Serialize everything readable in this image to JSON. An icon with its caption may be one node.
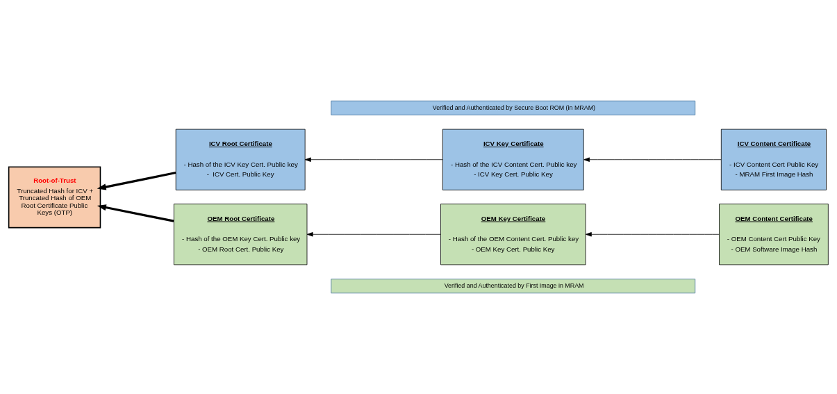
{
  "diagram": {
    "nodes": [
      {
        "text": [
          "Verified and Authenticated by Secure Boot ROM (in MRAM)"
        ]
      },
      {
        "text": [
          "ICV Root Certificate",
          "- Hash of the ICV Key Cert. Public key",
          "-  ICV Cert. Public Key"
        ]
      },
      {
        "text": [
          "ICV Key Certificate",
          "- Hash of the ICV Content Cert. Public key",
          "- ICV Key Cert. Public Key"
        ]
      },
      {
        "text": [
          "ICV Content Certificate",
          "- ICV Content Cert Public Key",
          "- MRAM First Image Hash"
        ]
      },
      {
        "text": [
          "Root-of-Trust",
          "Truncated Hash for ICV + Truncated Hash of OEM Root Certificate Public Keys (OTP)"
        ]
      },
      {
        "text": [
          "OEM Root Certificate",
          "- Hash of the OEM Key Cert. Public key",
          "- OEM Root Cert. Public Key"
        ]
      },
      {
        "text": [
          "OEM Key Certificate",
          "- Hash of the OEM Content Cert. Public key",
          "- OEM Key Cert. Public Key"
        ]
      },
      {
        "text": [
          "OEM Content Certificate",
          "- OEM Content Cert Public Key",
          "- OEM Software Image Hash"
        ]
      },
      {
        "text": [
          "Verified and Authenticated by First Image in MRAM"
        ]
      }
    ],
    "edges": [
      {
        "from": 3,
        "to": 2,
        "arrow": "to"
      },
      {
        "from": 2,
        "to": 1,
        "arrow": "to"
      },
      {
        "from": 1,
        "to": 4,
        "arrow": "to",
        "style": "thick"
      },
      {
        "from": 7,
        "to": 6,
        "arrow": "to"
      },
      {
        "from": 6,
        "to": 5,
        "arrow": "to"
      },
      {
        "from": 5,
        "to": 4,
        "arrow": "to",
        "style": "thick"
      }
    ]
  }
}
